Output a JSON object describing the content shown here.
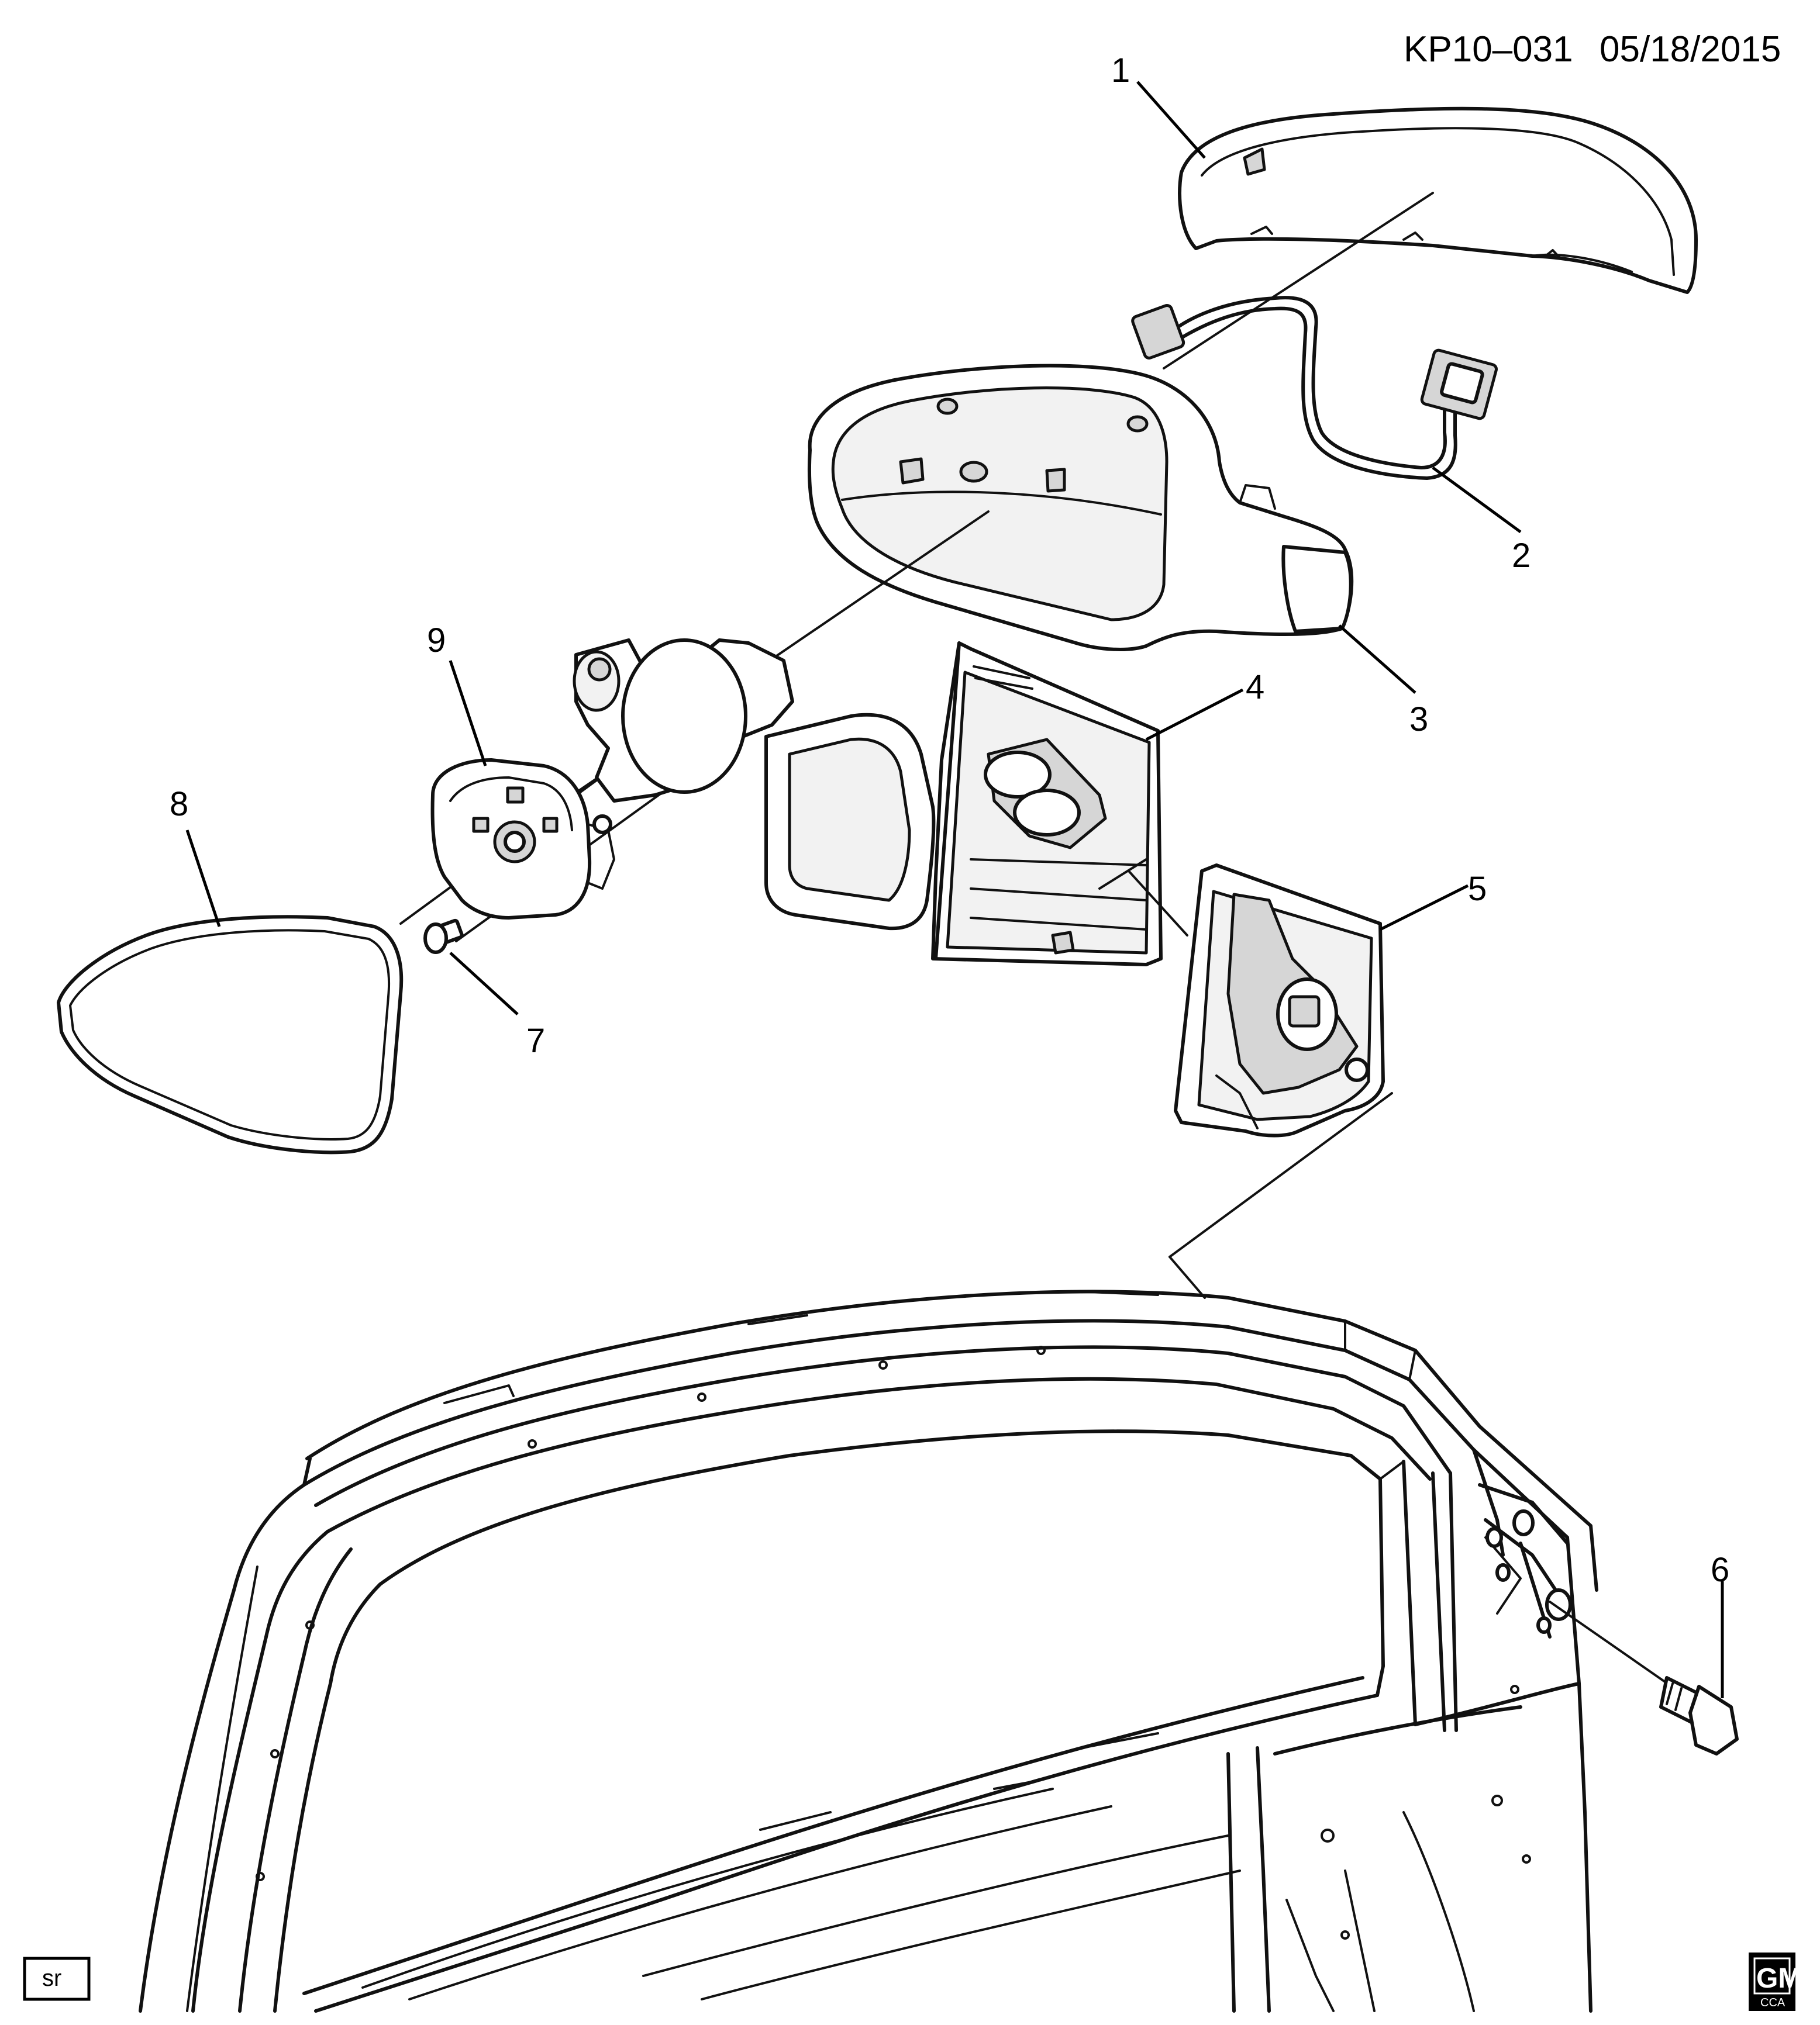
{
  "header": {
    "diagram_id": "KP10–031",
    "date": "05/18/2015"
  },
  "callouts": [
    {
      "number": "1",
      "part": "mirror-cover"
    },
    {
      "number": "2",
      "part": "wiring-harness"
    },
    {
      "number": "3",
      "part": "mirror-housing"
    },
    {
      "number": "4",
      "part": "mirror-bracket"
    },
    {
      "number": "5",
      "part": "mirror-base"
    },
    {
      "number": "6",
      "part": "bolt"
    },
    {
      "number": "7",
      "part": "pin"
    },
    {
      "number": "8",
      "part": "mirror-glass"
    },
    {
      "number": "9",
      "part": "actuator"
    }
  ],
  "footer": {
    "sr_label": "sr",
    "logo_text": "GM",
    "logo_subtext": "CCA"
  }
}
